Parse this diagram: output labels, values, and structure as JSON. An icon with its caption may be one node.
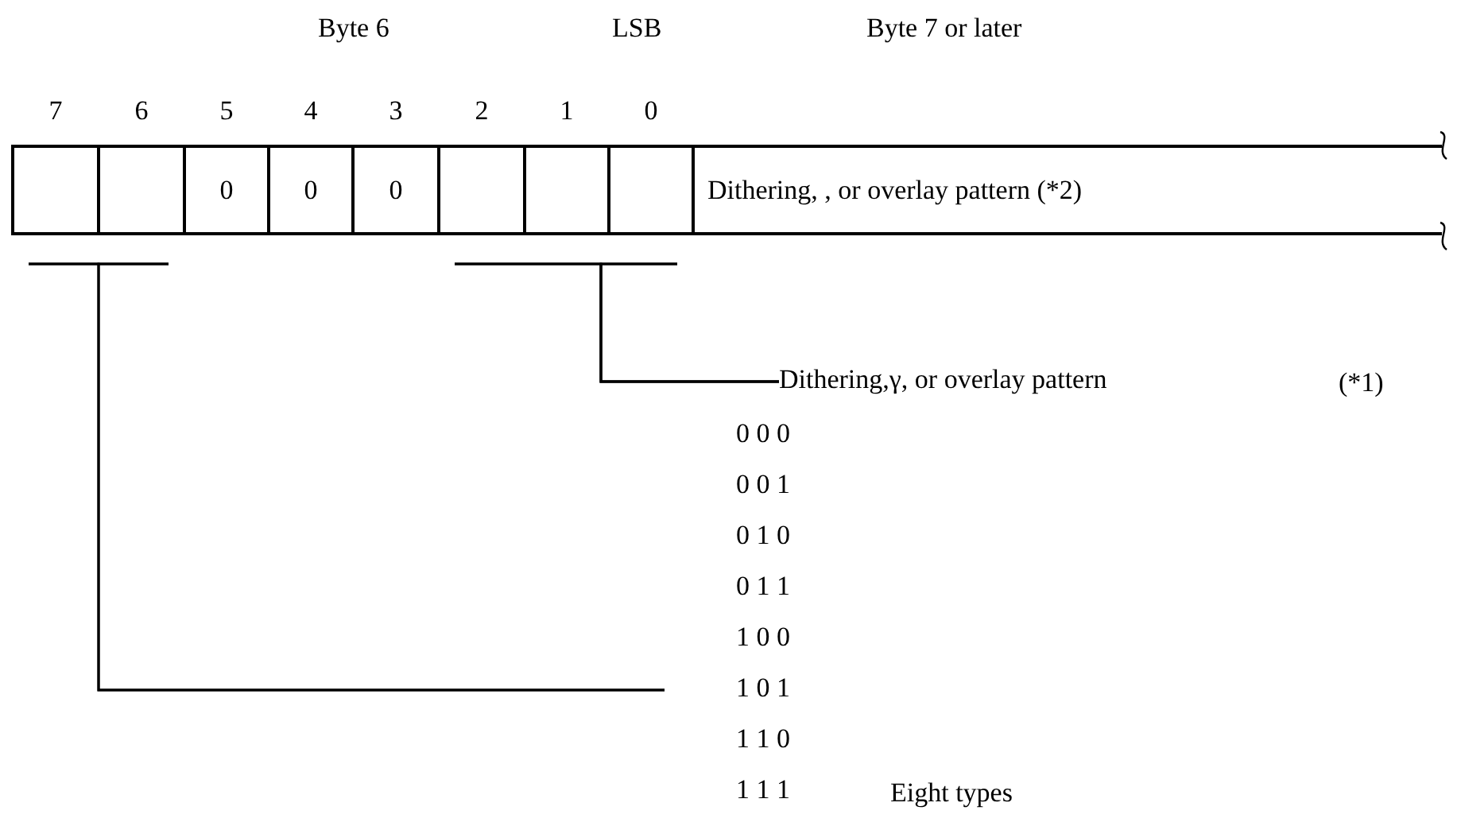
{
  "diagram": {
    "nodes": [
      {
        "text": [],
        "shape": "box"
      },
      {
        "text": [],
        "shape": "box"
      },
      {
        "text": [
          "0"
        ]
      },
      {
        "text": [
          "0"
        ]
      },
      {
        "text": [
          "0"
        ]
      },
      {
        "text": [],
        "shape": "box"
      },
      {
        "text": [],
        "shape": "box"
      },
      {
        "text": [],
        "shape": "box"
      },
      {
        "text": [
          "Dithering, , or overlay pattern (*2)"
        ]
      },
      {
        "text": [
          "Dithering,γ, or overlay pattern"
        ]
      },
      {
        "text": [
          "0 0 0",
          "0 0 1",
          "0 1 0",
          "0 1 1",
          "1 0 0",
          "1 0 1",
          "1 1 0",
          "1 1 1"
        ],
        "beside": [
          "Eight types"
        ]
      }
    ],
    "edges": [
      {
        "from": 5,
        "to": 9,
        "arrow": "none"
      },
      {
        "from": 6,
        "to": 9,
        "arrow": "none"
      },
      {
        "from": 7,
        "to": 9,
        "arrow": "none"
      },
      {
        "from": 0,
        "to": 10,
        "arrow": "none"
      },
      {
        "from": 1,
        "to": 10,
        "arrow": "none"
      }
    ],
    "labels": [
      "Byte 6",
      "LSB",
      "Byte 7 or later",
      "7",
      "6",
      "5",
      "4",
      "3",
      "2",
      "1",
      "0",
      "(*1)"
    ]
  }
}
